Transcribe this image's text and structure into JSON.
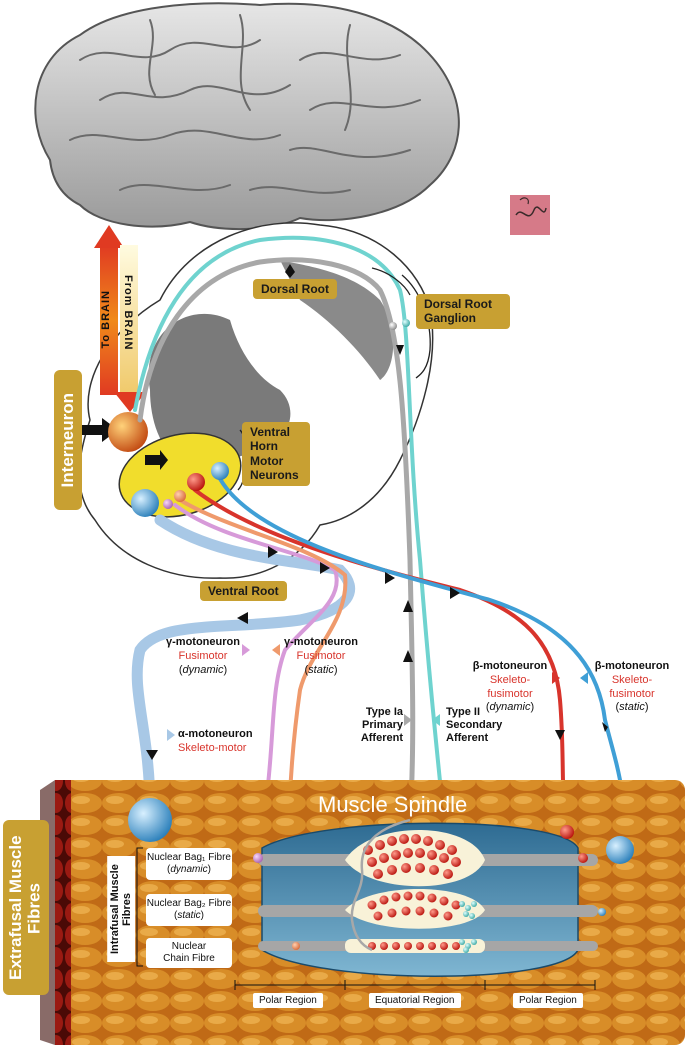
{
  "brain": {
    "to_brain": "To BRAIN",
    "from_brain": "From BRAIN"
  },
  "spinal_cord": {
    "dorsal_root": "Dorsal Root",
    "dorsal_root_ganglion": "Dorsal Root Ganglion",
    "ventral_horn": "Ventral Horn Motor Neurons",
    "ventral_root": "Ventral Root",
    "interneuron": "Interneuron"
  },
  "neurons": {
    "gamma_dynamic": {
      "name": "γ-motoneuron",
      "type": "Fusimotor",
      "param": "dynamic"
    },
    "gamma_static": {
      "name": "γ-motoneuron",
      "type": "Fusimotor",
      "param": "static"
    },
    "beta_dynamic": {
      "name": "β-motoneuron",
      "type": "Skeleto-fusimotor",
      "param": "dynamic"
    },
    "beta_static": {
      "name": "β-motoneuron",
      "type": "Skeleto-fusimotor",
      "param": "static"
    },
    "alpha": {
      "name": "α-motoneuron",
      "type": "Skeleto-motor"
    }
  },
  "afferents": {
    "type_ia": "Type Ia Primary Afferent",
    "type_ii": "Type II Secondary Afferent"
  },
  "muscle": {
    "extrafusal": "Extrafusal Muscle Fibres",
    "spindle": "Muscle Spindle",
    "intrafusal": "Intrafusal Muscle Fibres",
    "bag1": {
      "name": "Nuclear Bag₁ Fibre",
      "param": "dynamic"
    },
    "bag2": {
      "name": "Nuclear Bag₂ Fibre",
      "param": "static"
    },
    "chain": "Nuclear Chain Fibre",
    "regions": [
      "Polar Region",
      "Equatorial Region",
      "Polar Region"
    ]
  },
  "colors": {
    "gold": "#c8a032",
    "alpha": "#a8c8e6",
    "gamma_dynamic": "#d79ad9",
    "gamma_static": "#ef9a6c",
    "beta_dynamic": "#d8342c",
    "beta_static": "#3f9fd6",
    "type_ia": "#a8a8a8",
    "type_ii": "#6fd3cf",
    "muscle": "#c8741e",
    "spindle": "#2f6f96"
  }
}
